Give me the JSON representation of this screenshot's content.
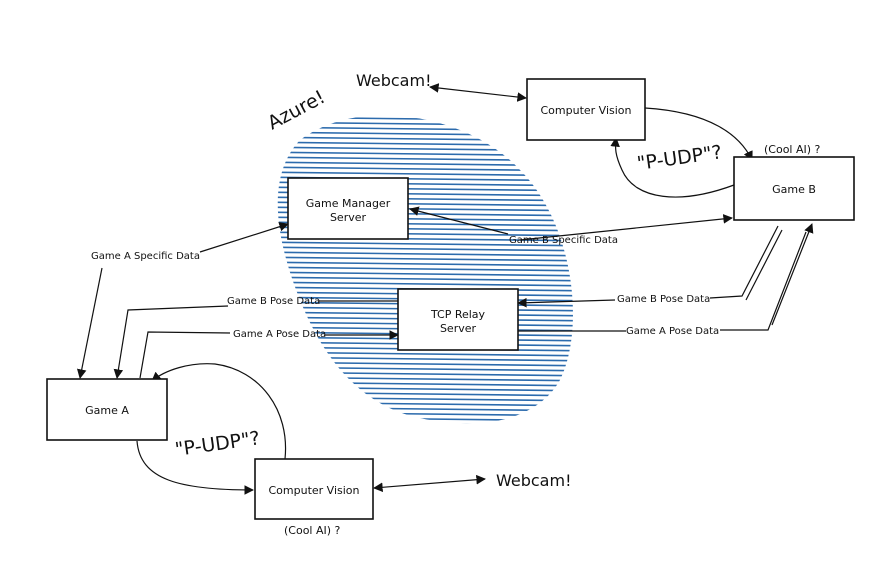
{
  "cloud": {
    "label": "Azure!"
  },
  "nodes": {
    "game_manager": {
      "line1": "Game Manager",
      "line2": "Server"
    },
    "tcp_relay": {
      "line1": "TCP Relay",
      "line2": "Server"
    },
    "game_a": {
      "label": "Game A"
    },
    "game_b": {
      "label": "Game  B"
    },
    "cv_top": {
      "label": "Computer Vision"
    },
    "cv_bottom": {
      "label": "Computer Vision"
    },
    "webcam_top": {
      "label": "Webcam!"
    },
    "webcam_bottom": {
      "label": "Webcam!"
    }
  },
  "annotations": {
    "cool_ai_top": "(Cool AI) ?",
    "cool_ai_bottom": "(Cool AI) ?",
    "pudp_top": "\"P-UDP\"?",
    "pudp_bottom": "\"P-UDP\"?"
  },
  "edges": {
    "game_a_specific": "Game A Specific Data",
    "game_b_specific": "Game B Specific Data",
    "game_b_pose_left": "Game B Pose Data",
    "game_a_pose_left": "Game A Pose Data",
    "game_b_pose_right": "Game B Pose Data",
    "game_a_pose_right": "Game A Pose Data"
  }
}
